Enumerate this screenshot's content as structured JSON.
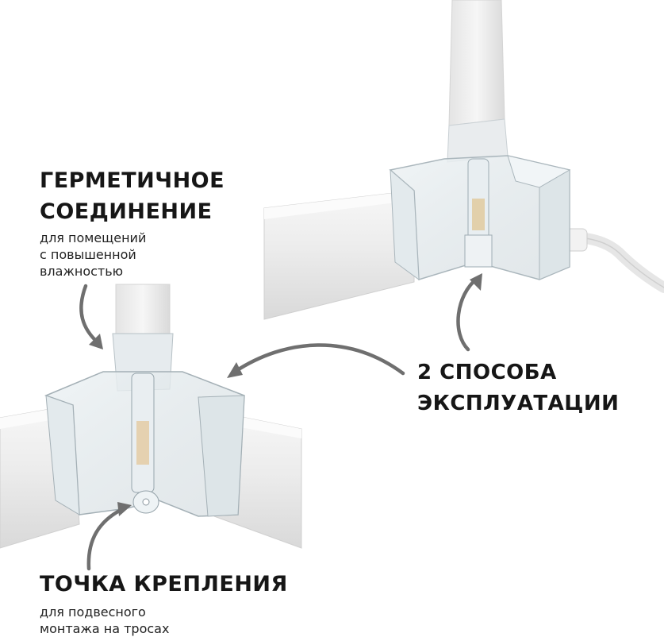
{
  "callouts": {
    "sealed": {
      "title_lines": [
        "ГЕРМЕТИЧНОЕ",
        "СОЕДИНЕНИЕ"
      ],
      "subtitle_lines": [
        "для помещений",
        "с повышенной",
        "влажностью"
      ]
    },
    "usage": {
      "title_lines": [
        "2 СПОСОБА",
        "ЭКСПЛУАТАЦИИ"
      ]
    },
    "mount": {
      "title_lines": [
        "ТОЧКА КРЕПЛЕНИЯ"
      ],
      "subtitle_lines": [
        "для подвесного",
        "монтажа на тросах"
      ]
    }
  },
  "colors": {
    "arrow": "#6f6f6f",
    "profile": "#ececec",
    "connector": "#dfe6ea",
    "background": "#ffffff"
  }
}
